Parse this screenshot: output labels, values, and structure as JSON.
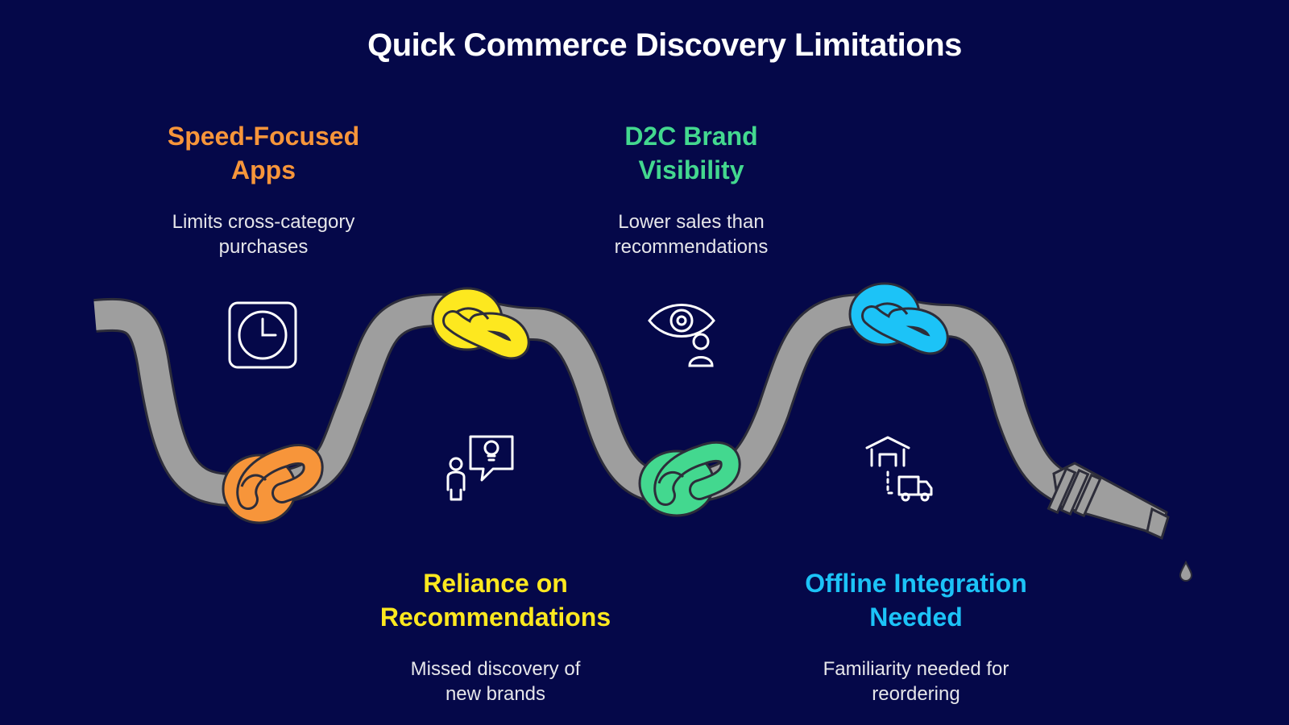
{
  "title": "Quick Commerce Discovery Limitations",
  "colors": {
    "background": "#050849",
    "hose": "#9e9e9e",
    "orange": "#f7953a",
    "yellow": "#fde81f",
    "green": "#43d88f",
    "blue": "#1cc3f7"
  },
  "items": [
    {
      "title": "Speed-Focused Apps",
      "title_lines": [
        "Speed-Focused",
        "Apps"
      ],
      "description_lines": [
        "Limits cross-category",
        "purchases"
      ],
      "icon": "clock-icon",
      "color": "#f7953a"
    },
    {
      "title": "D2C Brand Visibility",
      "title_lines": [
        "D2C Brand",
        "Visibility"
      ],
      "description_lines": [
        "Lower sales than",
        "recommendations"
      ],
      "icon": "eye-person-icon",
      "color": "#43d88f"
    },
    {
      "title": "Reliance on Recommendations",
      "title_lines": [
        "Reliance on",
        "Recommendations"
      ],
      "description_lines": [
        "Missed discovery of",
        "new brands"
      ],
      "icon": "person-idea-icon",
      "color": "#fde81f"
    },
    {
      "title": "Offline Integration Needed",
      "title_lines": [
        "Offline Integration",
        "Needed"
      ],
      "description_lines": [
        "Familiarity needed for",
        "reordering"
      ],
      "icon": "warehouse-truck-icon",
      "color": "#1cc3f7"
    }
  ]
}
